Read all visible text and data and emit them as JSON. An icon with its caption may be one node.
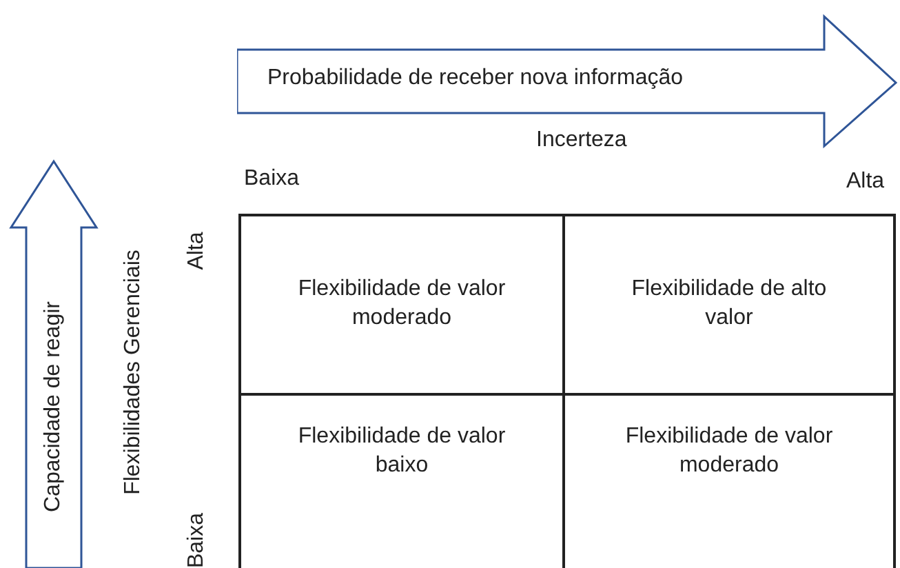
{
  "diagram": {
    "nodes": [
      {
        "text": [
          "Probabilidade de receber nova informação"
        ]
      },
      {
        "text": [
          "Capacidade de reagir"
        ]
      },
      {
        "text": [
          "Flexibilidade de valor moderado"
        ]
      },
      {
        "text": [
          "Flexibilidade de alto valor"
        ]
      },
      {
        "text": [
          "Flexibilidade de valor baixo"
        ]
      },
      {
        "text": [
          "Flexibilidade de valor moderado"
        ]
      }
    ],
    "edges": [],
    "labels": [
      "Incerteza",
      "Baixa",
      "Alta",
      "Flexibilidades Gerenciais",
      "Alta",
      "Baixa"
    ]
  }
}
